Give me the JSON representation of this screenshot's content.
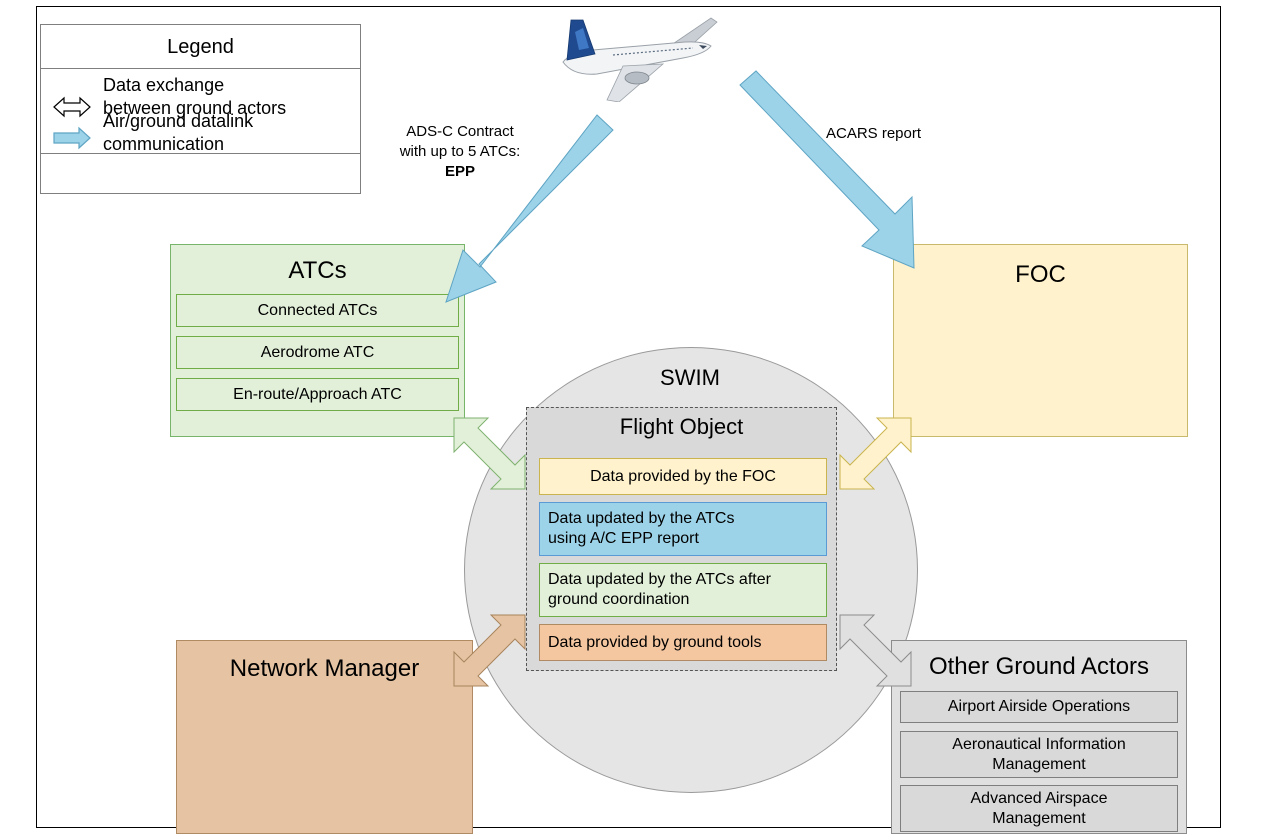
{
  "legend": {
    "title": "Legend",
    "row1_line1": "Data exchange",
    "row1_line2": "between ground actors",
    "row2_line1": "Air/ground datalink",
    "row2_line2": "communication",
    "exchange_icon": "double-arrow-icon",
    "datalink_icon": "blue-arrow-icon"
  },
  "links": {
    "adsc_line1": "ADS-C Contract",
    "adsc_line2": "with up to 5 ATCs:",
    "adsc_line3": "EPP",
    "acars": "ACARS report"
  },
  "atcs": {
    "title": "ATCs",
    "items": [
      "Connected ATCs",
      "Aerodrome ATC",
      "En-route/Approach ATC"
    ]
  },
  "foc": {
    "title": "FOC"
  },
  "swim": {
    "title": "SWIM",
    "flight_object": {
      "title": "Flight Object",
      "items": [
        {
          "line1": "Data provided by the FOC",
          "line2": ""
        },
        {
          "line1": "Data updated by the ATCs",
          "line2": "using A/C EPP report"
        },
        {
          "line1": "Data updated by the ATCs after",
          "line2": "ground coordination"
        },
        {
          "line1": "Data provided by ground tools",
          "line2": ""
        }
      ]
    }
  },
  "network_manager": {
    "title": "Network Manager"
  },
  "other_ground_actors": {
    "title": "Other Ground Actors",
    "items": [
      {
        "line1": "Airport Airside Operations",
        "line2": ""
      },
      {
        "line1": "Aeronautical Information",
        "line2": "Management"
      },
      {
        "line1": "Advanced Airspace",
        "line2": "Management"
      }
    ]
  },
  "colors": {
    "datalink_arrow": "#9dd3e8",
    "atcs_fill": "#e2f0d9",
    "foc_fill": "#fff2cc",
    "nm_fill": "#e6c4a3",
    "oga_fill": "#e0e0e0",
    "fo_foc": "#fff2cc",
    "fo_epp": "#9dd3e8",
    "fo_ground_coord": "#e2f0d9",
    "fo_ground_tools": "#f4c7a1"
  }
}
